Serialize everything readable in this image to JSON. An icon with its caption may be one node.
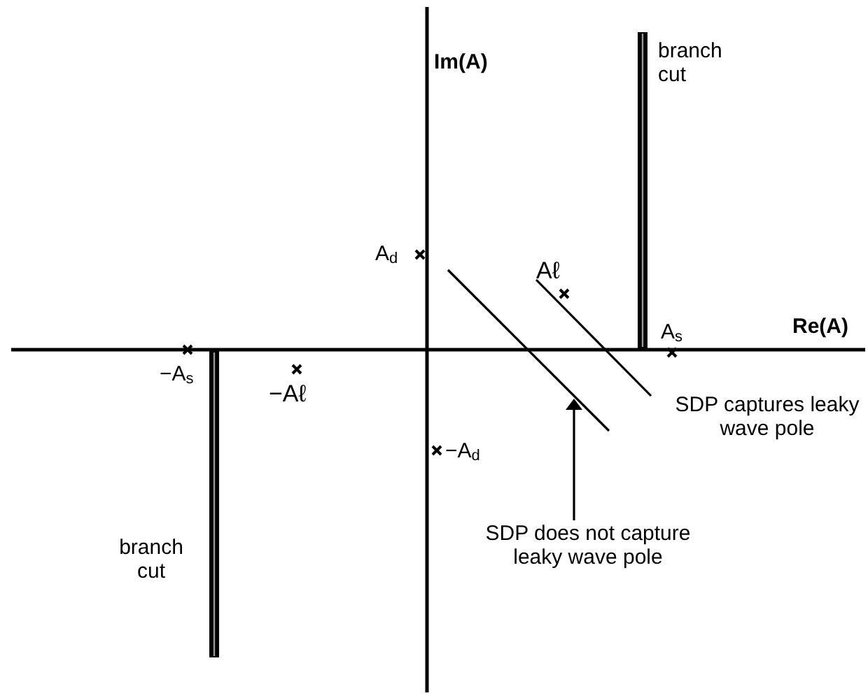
{
  "diagram": {
    "nodes": [
      {
        "text": [
          "SDP does not capture leaky wave pole"
        ]
      },
      {
        "text": [],
        "shape": "line"
      }
    ],
    "edges": [
      {
        "from": 0,
        "to": 1,
        "arrow": "to"
      }
    ],
    "labels": [
      "Im(A)",
      "branch cut",
      "A$_{d}$",
      "Aℓ",
      "A$_{s}$",
      "Re(A)",
      "−A$_{s}$",
      "−Aℓ",
      "SDP captures leaky wave pole",
      "−A$_{d}$",
      "branch cut"
    ]
  }
}
